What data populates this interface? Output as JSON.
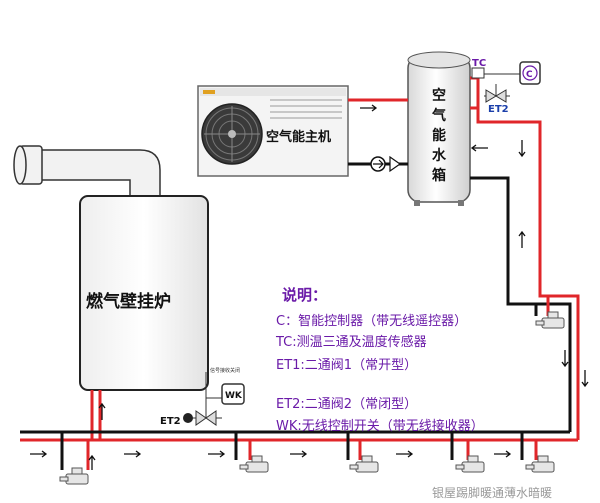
{
  "labels": {
    "heat_pump": "空气能主机",
    "water_tank": "空\n气\n能\n水\n箱",
    "gas_boiler": "燃气壁挂炉",
    "tc": "TC",
    "c": "C",
    "et2_top": "ET2",
    "et2_bottom": "ET2",
    "wk": "WK",
    "receiver_note": "信号接收关闭"
  },
  "legend": {
    "title": "说明：",
    "items": [
      "C：智能控制器（带无线遥控器）",
      "TC:测温三通及温度传感器",
      "ET1:二通阀1（常开型）",
      "ET2:二通阀2（常闭型）",
      "WK:无线控制开关（带无线接收器）"
    ]
  },
  "watermark": "银屋踢脚暖通薄水暗暖",
  "colors": {
    "hot_pipe": "#e0262a",
    "cold_pipe": "#111111",
    "legend_text": "#6a1aa8",
    "tc_label": "#6a1aa8",
    "et2_label": "#1b3faa"
  }
}
